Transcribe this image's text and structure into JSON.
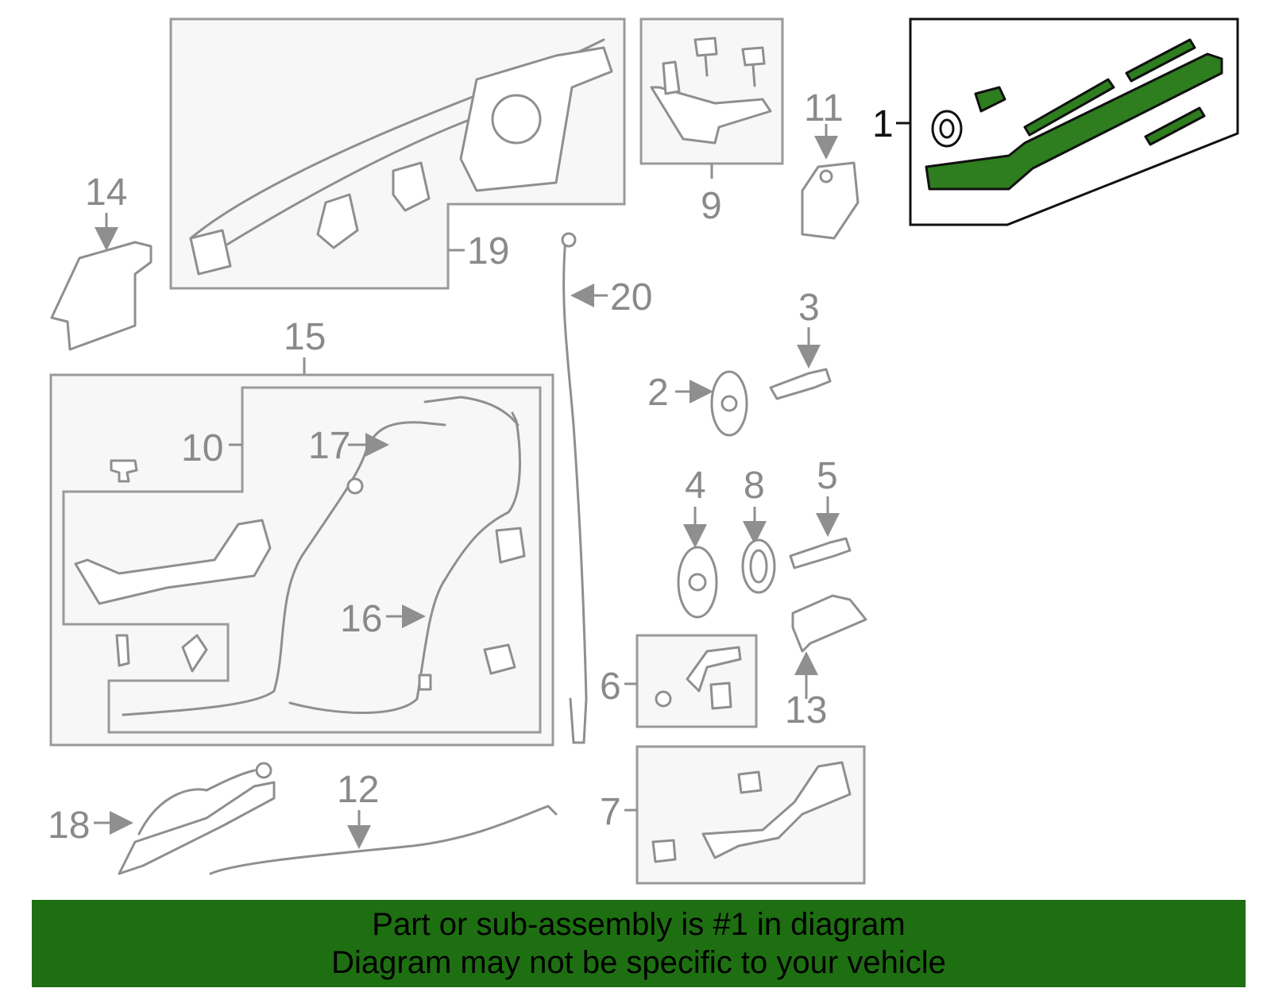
{
  "callouts": {
    "c1": "1",
    "c2": "2",
    "c3": "3",
    "c4": "4",
    "c5": "5",
    "c6": "6",
    "c7": "7",
    "c8": "8",
    "c9": "9",
    "c10": "10",
    "c11": "11",
    "c12": "12",
    "c13": "13",
    "c14": "14",
    "c15": "15",
    "c16": "16",
    "c17": "17",
    "c18": "18",
    "c19": "19",
    "c20": "20"
  },
  "highlight_color": "#2e7d1f",
  "banner": {
    "line1": "Part or sub-assembly is #1 in diagram",
    "line2": "Diagram may not be specific to your vehicle",
    "color": "#1e6f12"
  }
}
